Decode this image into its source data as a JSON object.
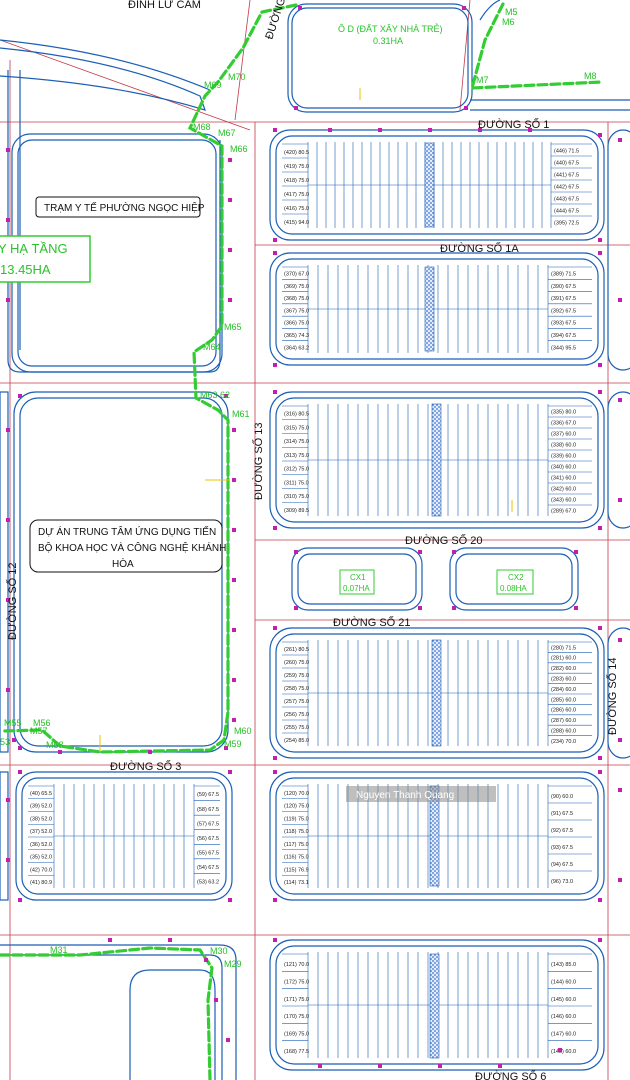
{
  "colors": {
    "block_outline": "#1c5fb5",
    "cadastral_line": "#c23a4a",
    "boundary": "#33cc33",
    "marker": "#c21fae",
    "park_hatch": "#3b6fd1",
    "label_text": "#111111"
  },
  "top_text": "ĐỈNH LƯ CẦM",
  "roads": {
    "duong_top": "ĐƯỜNG",
    "so1": "ĐƯỜNG SỐ 1",
    "so1a": "ĐƯỜNG SỐ 1A",
    "so13": "ĐƯỜNG SỐ 13",
    "so20": "ĐƯỜNG SỐ 20",
    "so21": "ĐƯỜNG SỐ 21",
    "so12": "ĐƯỜNG SỐ 12",
    "so14": "ĐƯỜNG SỐ 14",
    "so3": "ĐƯỜNG SỐ 3",
    "so6": "ĐƯỜNG SỐ 6"
  },
  "zones": {
    "od_name": "Ô D (ĐẤT XÂY NHÀ TRẺ)",
    "od_area": "0.31HA",
    "tram_y_te": "TRẠM Y TẾ PHƯỜNG NGỌC HIỆP",
    "ha_tang_title": "Y HẠ TẦNG",
    "ha_tang_area": "13.45HA",
    "du_an_line1": "DỰ ÁN TRUNG TÂM ỨNG DỤNG TIẾN",
    "du_an_line2": "BỘ KHOA HỌC VÀ CÔNG NGHỆ KHÁNH",
    "du_an_line3": "HÒA",
    "cx1_name": "CX1",
    "cx1_area": "0.07HA",
    "cx2_name": "CX2",
    "cx2_area": "0.08HA"
  },
  "markers": {
    "m5": "M5",
    "m6": "M6",
    "m7": "M7",
    "m8": "M8",
    "m69": "M69",
    "m70": "M70",
    "m68": "M68",
    "m67": "M67",
    "m66": "M66",
    "m65": "M65",
    "m64": "M64",
    "m6362": "M63 62",
    "m61": "M61",
    "m60": "M60",
    "m59": "M59",
    "m58": "M58",
    "m57": "M57",
    "m56": "M56",
    "m55": "M55",
    "m53": "53",
    "m31": "M31",
    "m30": "M30",
    "m29": "M29"
  },
  "watermark": "Nguyen Thanh Quang",
  "lot_samples": {
    "b1_left": [
      "(420) 80.5",
      "(419) 75.0",
      "(418) 75.0",
      "(417) 75.0",
      "(416) 75.0",
      "(415) 94.0"
    ],
    "b1_right": [
      "(446) 71.5",
      "(440) 67.5",
      "(441) 67.5",
      "(442) 67.5",
      "(443) 67.5",
      "(444) 67.5",
      "(395) 72.5"
    ],
    "b2_left": [
      "(370) 67.0",
      "(369) 75.0",
      "(368) 75.0",
      "(367) 75.0",
      "(366) 75.0",
      "(365) 74.3",
      "(364) 63.2"
    ],
    "b2_right": [
      "(389) 71.5",
      "(390) 67.5",
      "(391) 67.5",
      "(392) 67.5",
      "(393) 67.5",
      "(394) 67.5",
      "(344) 95.5"
    ],
    "b3_left": [
      "(316) 80.5",
      "(315) 75.0",
      "(314) 75.0",
      "(313) 75.0",
      "(312) 75.0",
      "(311) 75.0",
      "(310) 75.0",
      "(309) 89.5"
    ],
    "b3_right": [
      "(335) 80.0",
      "(336) 67.0",
      "(337) 60.0",
      "(338) 60.0",
      "(339) 60.0",
      "(340) 60.0",
      "(341) 60.0",
      "(342) 60.0",
      "(343) 60.0",
      "(289) 67.0"
    ],
    "b5_left": [
      "(261) 80.5",
      "(260) 75.0",
      "(259) 75.0",
      "(258) 75.0",
      "(257) 75.0",
      "(256) 75.0",
      "(255) 75.0",
      "(254) 85.0"
    ],
    "b5_right": [
      "(280) 71.5",
      "(281) 60.0",
      "(282) 60.0",
      "(283) 60.0",
      "(284) 60.0",
      "(285) 60.0",
      "(286) 60.0",
      "(287) 60.0",
      "(288) 60.0",
      "(234) 70.0"
    ],
    "b6_left": [
      "(40) 65.5",
      "(39) 52.0",
      "(38) 52.0",
      "(37) 52.0",
      "(36) 52.0",
      "(35) 52.0",
      "(42) 70.0",
      "(41) 80.9"
    ],
    "b6_right": [
      "(59) 67.5",
      "(58) 67.5",
      "(57) 67.5",
      "(56) 67.5",
      "(55) 67.5",
      "(54) 67.5",
      "(53) 63.2"
    ],
    "b7_left": [
      "(120) 70.0",
      "(120) 75.0",
      "(119) 75.0",
      "(118) 75.0",
      "(117) 75.0",
      "(116) 75.0",
      "(115) 76.9",
      "(114) 73.1"
    ],
    "b7_right": [
      "(90) 60.0",
      "(91) 67.5",
      "(92) 67.5",
      "(93) 67.5",
      "(94) 67.5",
      "(96) 73.0"
    ],
    "b8_left": [
      "(121) 70.0",
      "(172) 75.0",
      "(171) 75.0",
      "(170) 75.0",
      "(169) 75.0",
      "(168) 77.5"
    ],
    "b8_right": [
      "(143) 85.0",
      "(144) 60.0",
      "(145) 60.0",
      "(146) 60.0",
      "(147) 60.0",
      "(148) 60.0"
    ]
  }
}
